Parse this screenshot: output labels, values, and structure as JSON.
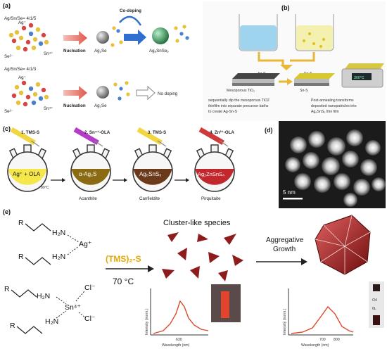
{
  "panel_a": {
    "label": "(a)",
    "row1": {
      "ratio": "Ag/Sn/Se= 4/1/5",
      "ion_ag": "Ag⁺",
      "ion_se": "Se²⁻",
      "ion_sn": "Sn⁴⁺",
      "arrow": "Nucleation",
      "product1": "Ag₂Se",
      "codoping": "Co-doping",
      "product2": "Ag₈SnSe₆"
    },
    "row2": {
      "ratio": "Ag/Sn/Se= 4/1/3",
      "ion_ag": "Ag⁺",
      "ion_se": "Se²⁻",
      "ion_sn": "Sn⁴⁺",
      "arrow": "Nucleation",
      "product1": "Ag₂Se",
      "result": "No doping"
    }
  },
  "panel_b": {
    "label": "(b)",
    "bath1": "Ag-S",
    "bath2": "Sn-S",
    "substrate": "Mesoporous TiO₂",
    "layer": "Sn-S",
    "oven_temp": "300°C",
    "caption_left": "sequentially dip the mesoporous TiO2 thinfilm into separate precursor baths to create Ag-Sn-S",
    "caption_right": "Post-annealing transforms deposited nanopatricles into Ag₈SnS₆ thin film"
  },
  "panel_c": {
    "label": "(c)",
    "step1": "1. TMS-S",
    "step2": "2. Sn⁴⁺-OLA",
    "step3": "3. TMS-S",
    "step4": "4. Zn²⁺-OLA",
    "temp": "80°C",
    "flask1": "Ag⁺ + OLA",
    "flask2": "α-Ag₂S",
    "flask2_name": "Acanthite",
    "flask3": "Ag₈SnS₆",
    "flask3_name": "Canfieldite",
    "flask4": "Ag₂ZnSnS₄",
    "flask4_name": "Pirquitaite",
    "colors": {
      "flask1": "#f5e64a",
      "flask2": "#8a6a12",
      "flask3": "#6b3a1a",
      "flask4": "#c0282e"
    }
  },
  "panel_d": {
    "label": "(d)",
    "scalebar": "5 nm"
  },
  "panel_e": {
    "label": "(e)",
    "r": "R",
    "h2n": "H₂N",
    "ag": "Ag⁺",
    "sn": "Sn⁴⁺",
    "cl": "Cl⁻",
    "reagent": "(TMS)₂-S",
    "temp": "70 °C",
    "cluster_title": "Cluster-like species",
    "growth_title": "Aggregative Growth",
    "spectrum1": {
      "ylabel": "Intensity (norm.)",
      "xlabel": "Wavelength (nm)",
      "tick": "630"
    },
    "spectrum2": {
      "ylabel": "Intensity (norm.)",
      "xlabel": "Wavelength (nm)",
      "tick1": "700",
      "tick2": "800"
    },
    "vial_labels": [
      "O4",
      "6L"
    ],
    "reagent_color": "#e6a800"
  }
}
